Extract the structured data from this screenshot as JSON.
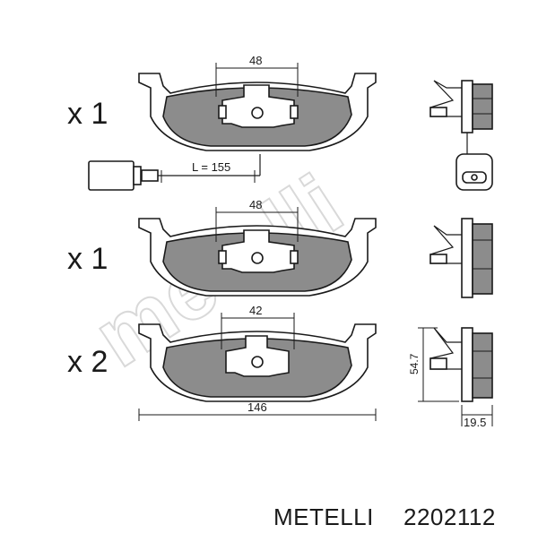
{
  "watermark": "metelli",
  "pads": [
    {
      "quantity": "x 1",
      "width_dim": "48",
      "has_sensor": true
    },
    {
      "quantity": "x 1",
      "width_dim": "48",
      "has_sensor": false
    },
    {
      "quantity": "x 2",
      "width_dim": "42",
      "has_sensor": false
    }
  ],
  "sensor": {
    "cable_length": "L = 155"
  },
  "dimensions": {
    "overall_width": "146",
    "height": "54.7",
    "thickness": "19.5"
  },
  "product": {
    "brand": "METELLI",
    "part_number": "2202112"
  },
  "colors": {
    "pad_fill": "#8c8c8c",
    "line": "#1a1a1a",
    "watermark": "#d4d4d4"
  }
}
